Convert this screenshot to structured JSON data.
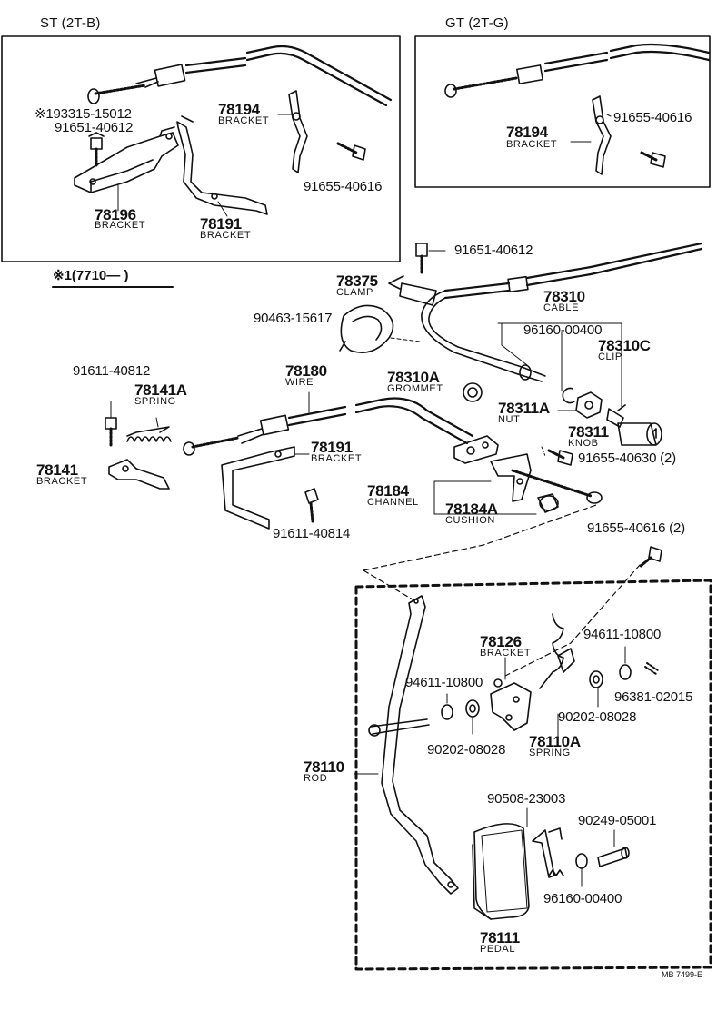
{
  "sections": {
    "st_title": "ST (2T-B)",
    "gt_title": "GT (2T-G)",
    "note_label": "※1(7710—          )"
  },
  "parts": {
    "p193315": "※193315-15012",
    "p91651_a": "91651-40612",
    "p78196": "78196",
    "p78196_name": "BRACKET",
    "p78191_a": "78191",
    "p78191_a_name": "BRACKET",
    "p78194_st": "78194",
    "p78194_st_name": "BRACKET",
    "p91655_st": "91655-40616",
    "p78194_gt": "78194",
    "p78194_gt_name": "BRACKET",
    "p91655_gt": "91655-40616",
    "p91651_b": "91651-40612",
    "p78375": "78375",
    "p78375_name": "CLAMP",
    "p90463": "90463-15617",
    "p78310": "78310",
    "p78310_name": "CABLE",
    "p96160_a": "96160-00400",
    "p78310c": "78310C",
    "p78310c_name": "CLIP",
    "p91611_a": "91611-40812",
    "p78141a": "78141A",
    "p78141a_name": "SPRING",
    "p78180": "78180",
    "p78180_name": "WIRE",
    "p78310a": "78310A",
    "p78310a_name": "GROMMET",
    "p78311a": "78311A",
    "p78311a_name": "NUT",
    "p78311": "78311",
    "p78311_name": "KNOB",
    "p91655_630": "91655-40630 (2)",
    "p78141": "78141",
    "p78141_name": "BRACKET",
    "p78191_b": "78191",
    "p78191_b_name": "BRACKET",
    "p78184": "78184",
    "p78184_name": "CHANNEL",
    "p78184a": "78184A",
    "p78184a_name": "CUSHION",
    "p91611_b": "91611-40814",
    "p91655_2": "91655-40616 (2)",
    "p78126": "78126",
    "p78126_name": "BRACKET",
    "p94611_a": "94611-10800",
    "p94611_b": "94611-10800",
    "p96381": "96381-02015",
    "p90202_a": "90202-08028",
    "p90202_b": "90202-08028",
    "p78110a": "78110A",
    "p78110a_name": "SPRING",
    "p78110": "78110",
    "p78110_name": "ROD",
    "p90508": "90508-23003",
    "p90249": "90249-05001",
    "p96160_b": "96160-00400",
    "p78111": "78111",
    "p78111_name": "PEDAL"
  },
  "footer": {
    "code": "MB 7499-E"
  }
}
